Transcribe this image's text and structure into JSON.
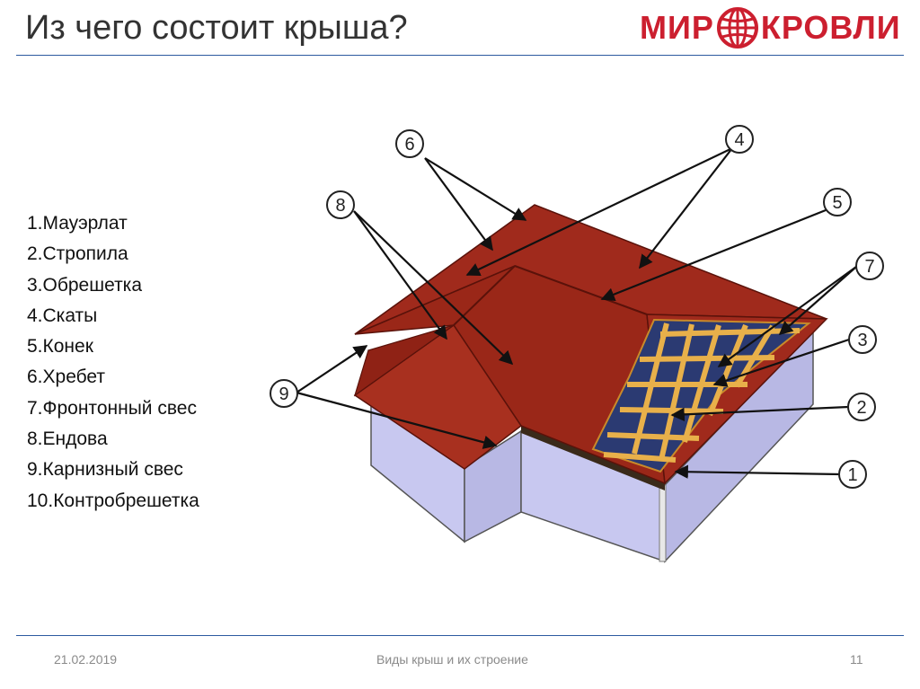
{
  "title": "Из чего состоит крыша?",
  "logo": {
    "left": "МИР",
    "right": "КРОВЛИ",
    "globe_icon": "globe-icon",
    "brand_color": "#cc1f2f"
  },
  "legend": [
    "1.Мауэрлат",
    "2.Стропила",
    "3.Обрешетка",
    "4.Скаты",
    "5.Конек",
    "6.Хребет",
    "7.Фронтонный свес",
    "8.Ендова",
    "9.Карнизный свес",
    "10.Контробрешетка"
  ],
  "callouts": [
    "6",
    "4",
    "8",
    "5",
    "7",
    "3",
    "2",
    "9",
    "1"
  ],
  "footer": {
    "date": "21.02.2019",
    "caption": "Виды крыш и их строение",
    "page": "11"
  },
  "colors": {
    "roof": "#a02a1c",
    "wall": "#c8c8f0",
    "batten": "#e8b04a",
    "rule": "#2c5aa0"
  }
}
